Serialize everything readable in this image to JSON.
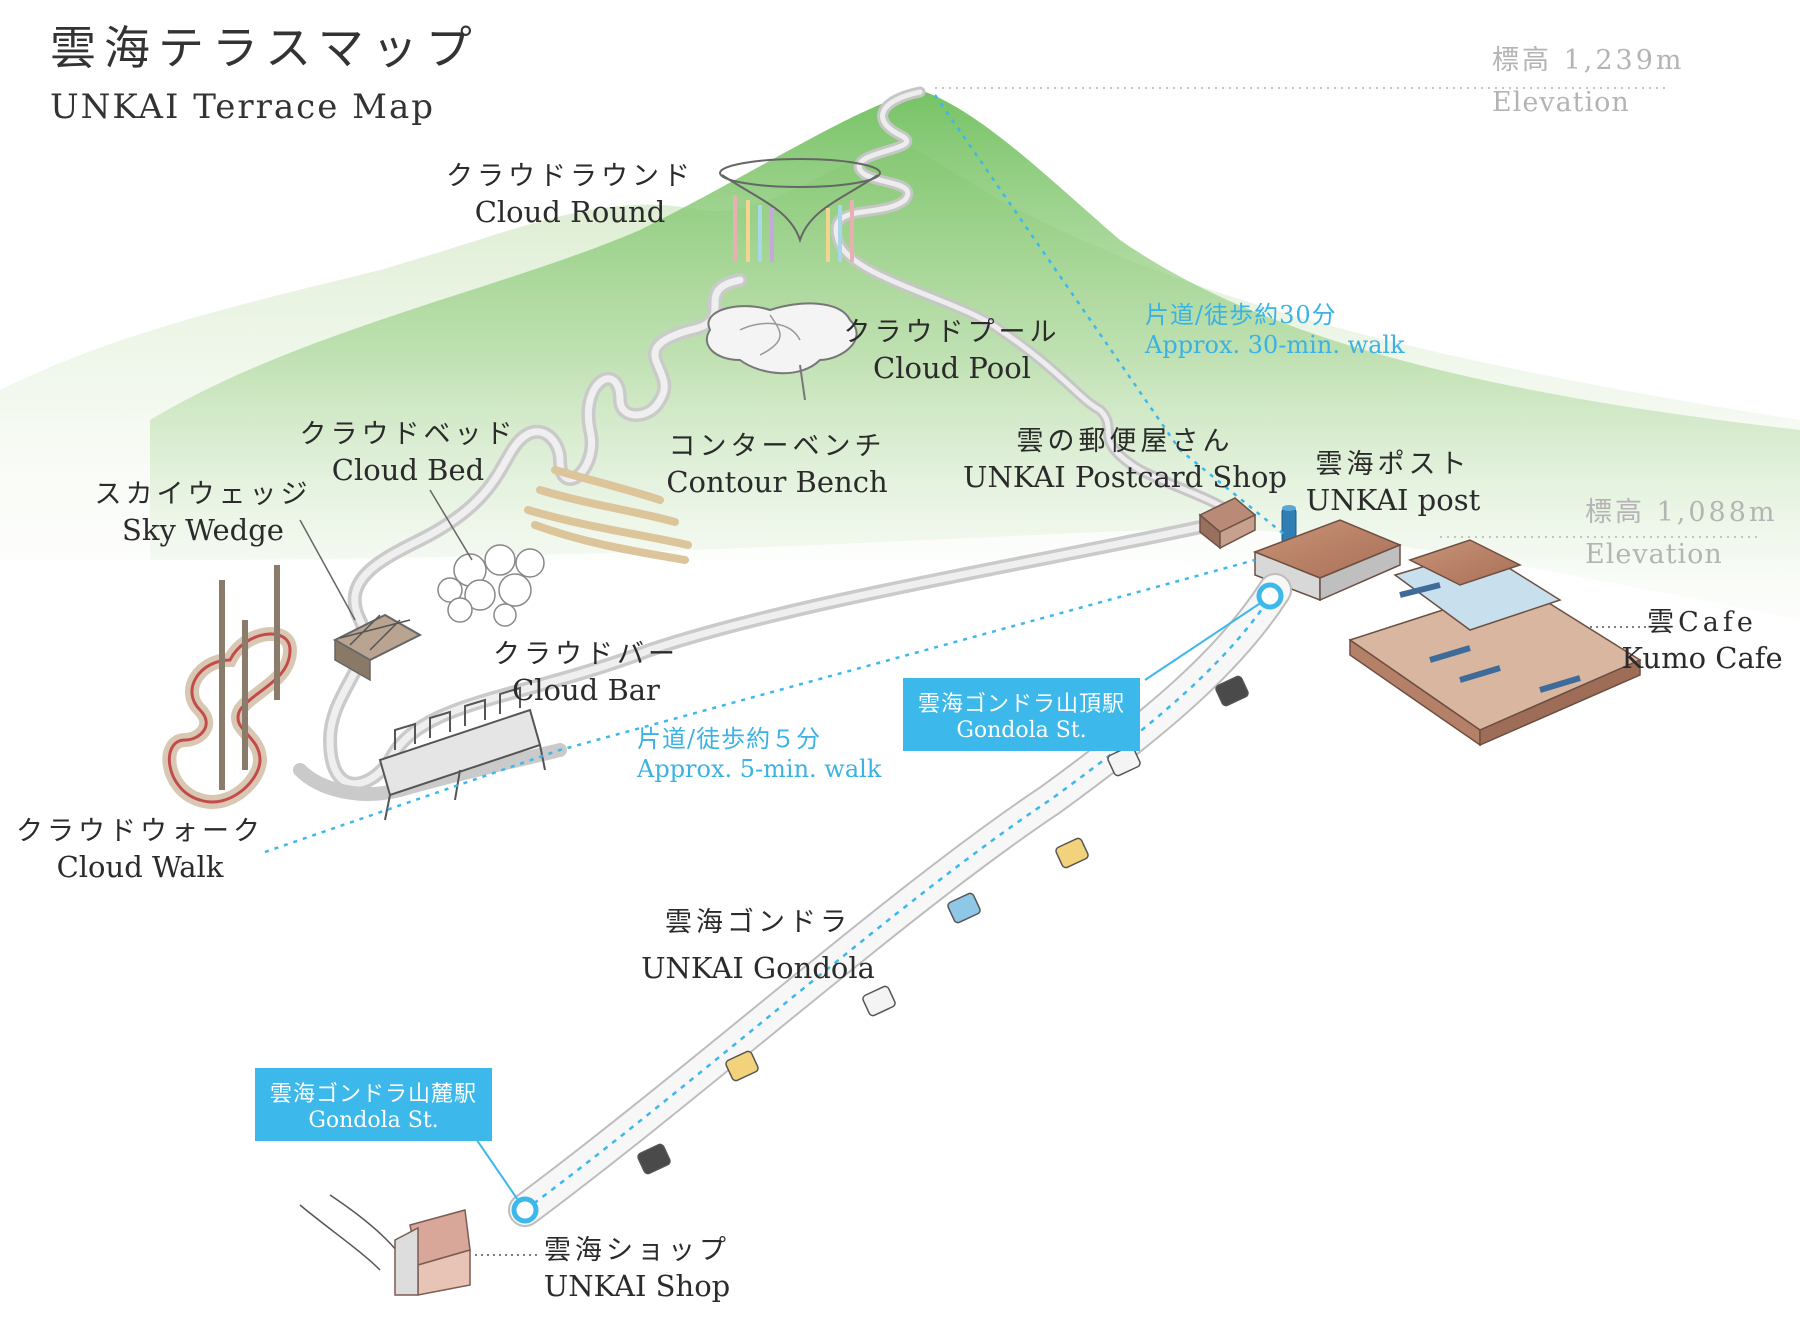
{
  "title": {
    "jp": "雲海テラスマップ",
    "en": "UNKAI Terrace Map"
  },
  "elevations": [
    {
      "value": "標高 1,239m",
      "label": "Elevation"
    },
    {
      "value": "標高 1,088m",
      "label": "Elevation"
    }
  ],
  "places": {
    "cloud_round": {
      "jp": "クラウドラウンド",
      "en": "Cloud Round"
    },
    "cloud_pool": {
      "jp": "クラウドプール",
      "en": "Cloud Pool"
    },
    "cloud_bed": {
      "jp": "クラウドベッド",
      "en": "Cloud Bed"
    },
    "contour_bench": {
      "jp": "コンターベンチ",
      "en": "Contour Bench"
    },
    "sky_wedge": {
      "jp": "スカイウェッジ",
      "en": "Sky Wedge"
    },
    "postcard_shop": {
      "jp": "雲の郵便屋さん",
      "en": "UNKAI Postcard Shop"
    },
    "unkai_post": {
      "jp": "雲海ポスト",
      "en": "UNKAI post"
    },
    "kumo_cafe": {
      "jp": "雲Cafe",
      "en": "Kumo Cafe"
    },
    "cloud_bar": {
      "jp": "クラウドバー",
      "en": "Cloud Bar"
    },
    "cloud_walk": {
      "jp": "クラウドウォーク",
      "en": "Cloud Walk"
    },
    "gondola": {
      "jp": "雲海ゴンドラ",
      "en": "UNKAI Gondola"
    },
    "unkai_shop": {
      "jp": "雲海ショップ",
      "en": "UNKAI Shop"
    }
  },
  "walks": {
    "summit": {
      "jp": "片道/徒歩約30分",
      "en": "Approx. 30-min. walk"
    },
    "cloud_walk": {
      "jp": "片道/徒歩約５分",
      "en": "Approx. 5-min. walk"
    }
  },
  "stations": {
    "top": {
      "jp": "雲海ゴンドラ山頂駅",
      "en": "Gondola St."
    },
    "bottom": {
      "jp": "雲海ゴンドラ山麓駅",
      "en": "Gondola St."
    }
  },
  "colors": {
    "accent_blue": "#3cb8ea",
    "mountain_green": "#7cc36a",
    "path_gray": "#c4c4c4",
    "building_brown": "#b9826a",
    "text": "#2b2b2b",
    "elevation_gray": "#b4b4b4"
  }
}
